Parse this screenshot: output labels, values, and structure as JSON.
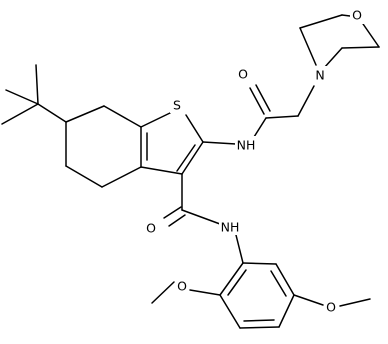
{
  "structure": {
    "atoms": {
      "O_morpholine": "O",
      "N_morpholine": "N",
      "O_acyl": "O",
      "N_amide_top": "NH",
      "S_ring": "S",
      "O_carboxamide": "O",
      "N_carboxamide": "NH",
      "O_methoxy_left": "O",
      "O_methoxy_right": "O"
    }
  }
}
